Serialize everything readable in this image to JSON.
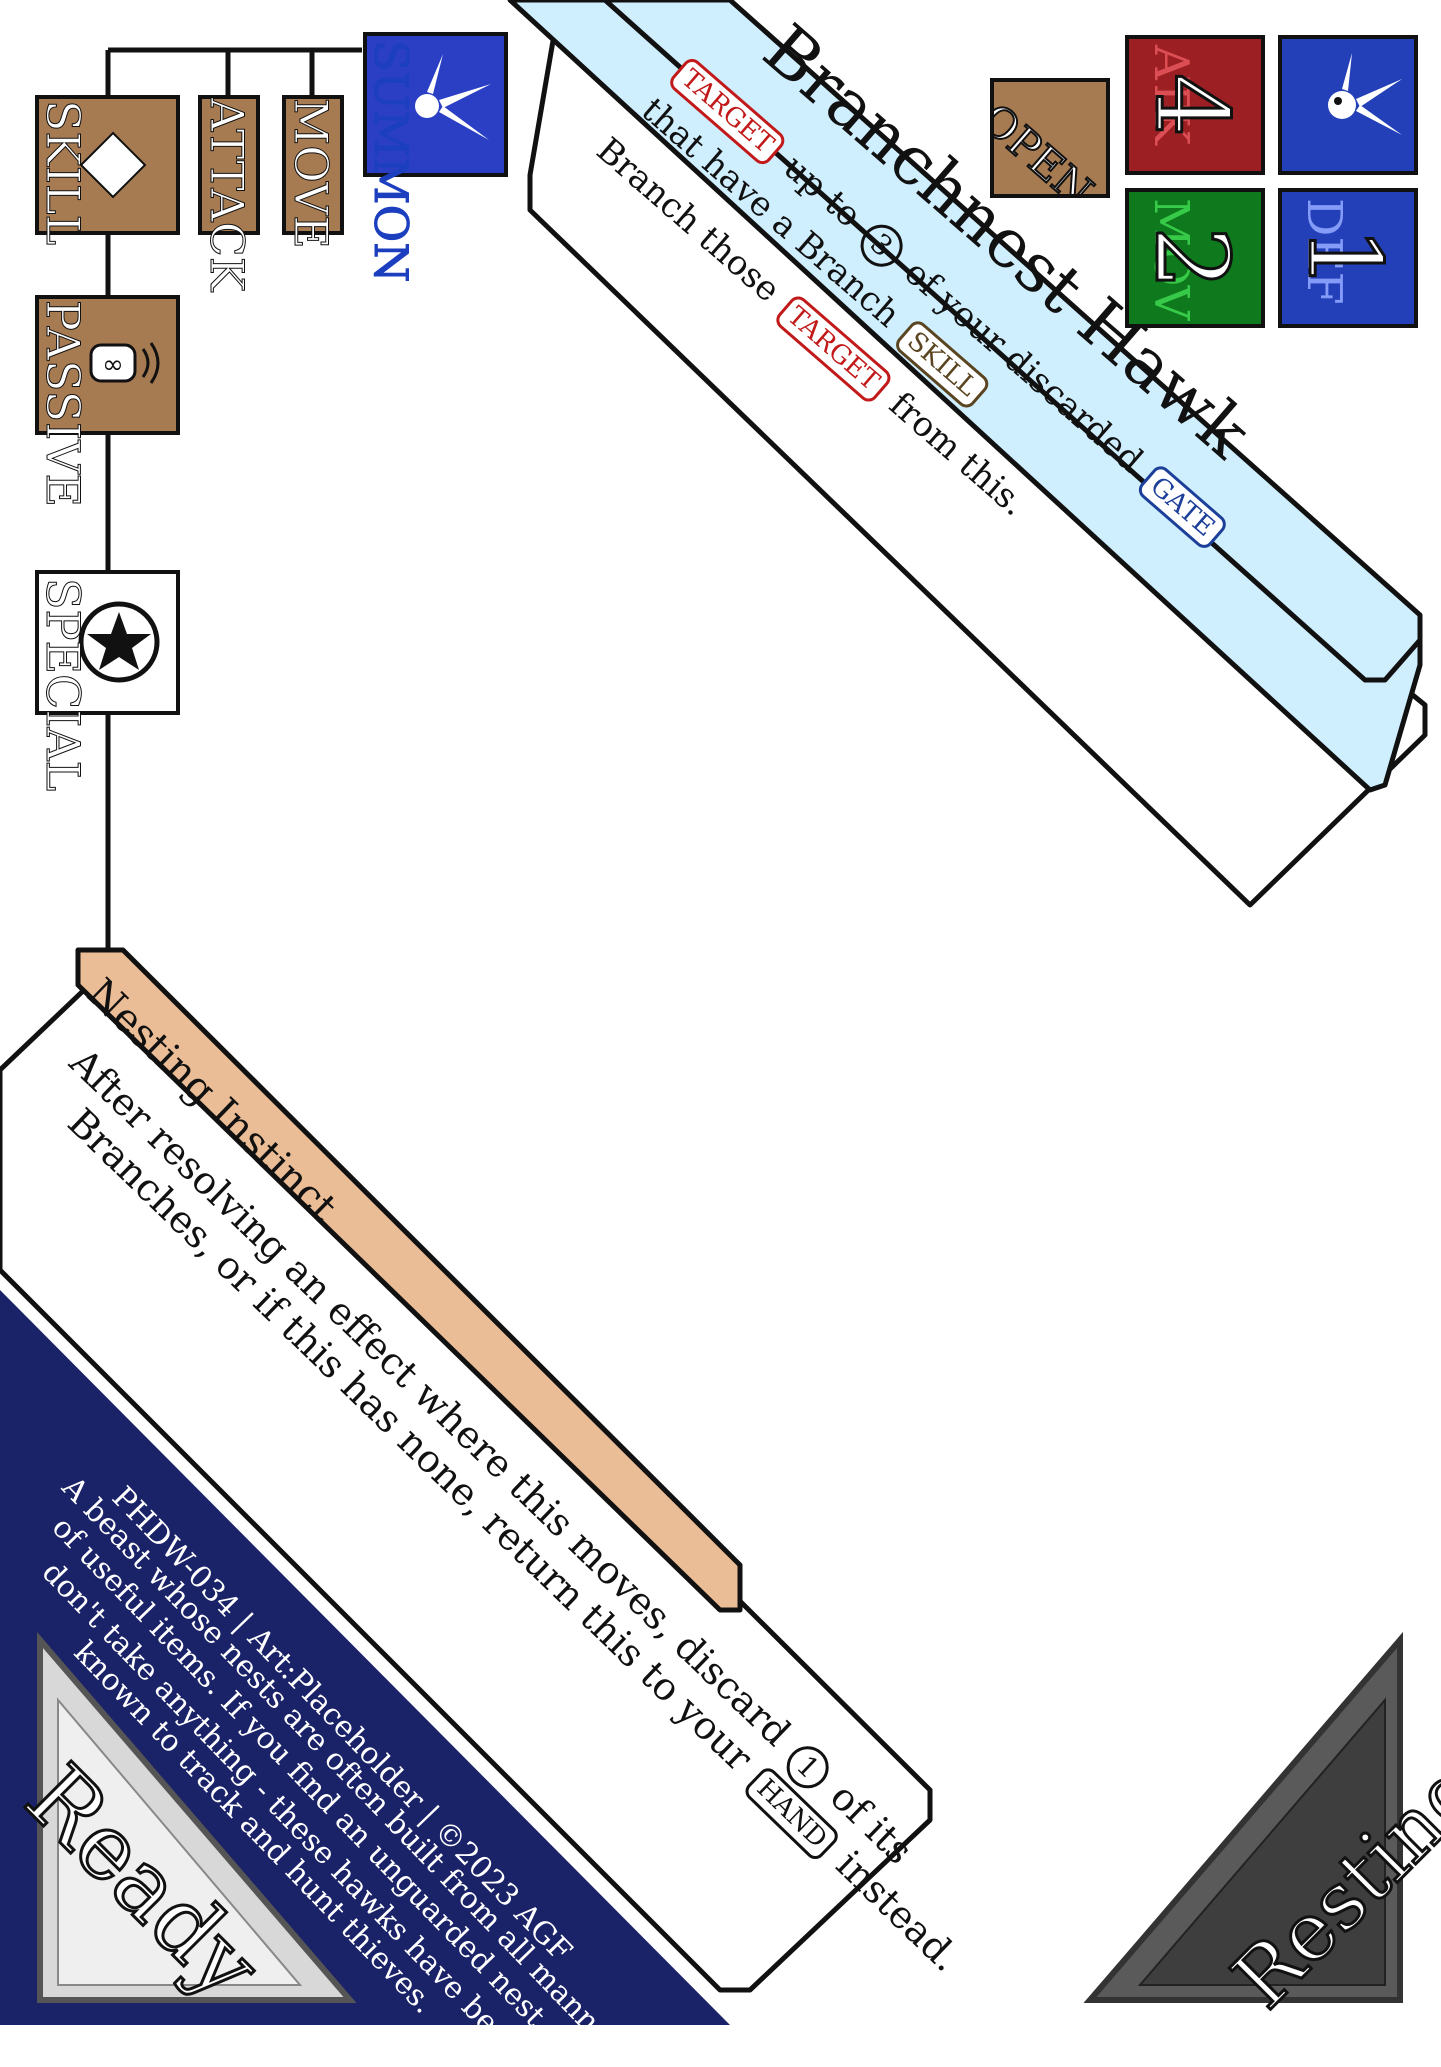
{
  "card": {
    "name": "Branchnest Hawk",
    "open_label": "OPEN",
    "stats": {
      "atk": {
        "label": "ATK",
        "value": "4"
      },
      "mov": {
        "label": "MOV",
        "value": "2"
      },
      "def": {
        "label": "DEF",
        "value": "1"
      }
    },
    "ability": {
      "chip_target": "TARGET",
      "text_1": "up to",
      "count": "3",
      "text_2": "of your discarded",
      "chip_gate": "GATE",
      "text_3": "that have a Branch",
      "chip_skill": "SKILL",
      "text_4": "Branch those",
      "chip_target_2": "TARGET",
      "text_5": "from this."
    },
    "passive": {
      "title": "Nesting Instinct",
      "text_1": "After resolving an effect where this moves, discard",
      "count": "1",
      "text_2": "of its",
      "text_3": "Branches, or if this has none, return this to your",
      "chip_hand": "HAND",
      "text_4": "instead."
    },
    "tree": {
      "summon": "SUMMON",
      "move": "MOVE",
      "attack": "ATTACK",
      "skill": "SKILL",
      "passive": "PASSIVE",
      "special": "SPECIAL"
    },
    "flavor": {
      "credits": "PHDW-034 | Art:Placeholder | ©2023 AGF",
      "line_1": "A beast whose nests are often built from all manner",
      "line_2": "of useful items. If you find an unguarded nest,",
      "line_3": "don't take anything - these hawks have been",
      "line_4": "known to track and hunt thieves."
    },
    "corners": {
      "ready": "Ready",
      "resting": "Resting"
    }
  },
  "colors": {
    "navy": "#1a2268",
    "summon_blue": "#2a3fc4",
    "brown": "#a77b52",
    "atk_red": "#9c1f24",
    "mov_green": "#0e7a1d",
    "def_blue": "#2340b8",
    "light_blue": "#cfeefe",
    "peach": "#ebbd96"
  }
}
